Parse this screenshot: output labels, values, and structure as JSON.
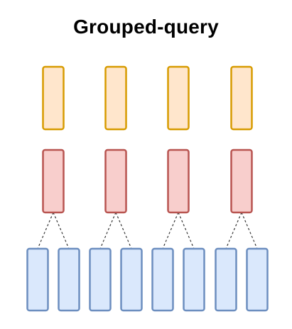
{
  "title": "Grouped-query",
  "diagram": {
    "groups": 4,
    "queries_per_group": 2,
    "rows": [
      {
        "role": "values",
        "fill": "#FFE6CC",
        "stroke": "#D79B00"
      },
      {
        "role": "keys",
        "fill": "#F8CECC",
        "stroke": "#B85450"
      },
      {
        "role": "queries",
        "fill": "#DAE8FC",
        "stroke": "#6C8EBF"
      }
    ],
    "connector_color": "#333333"
  }
}
